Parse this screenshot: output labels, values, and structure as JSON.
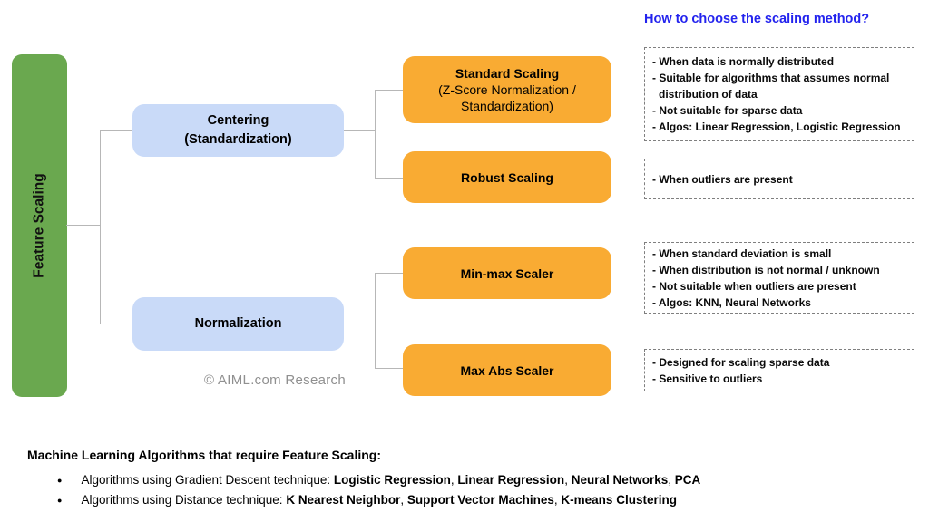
{
  "title": {
    "text": "How to choose the scaling method?"
  },
  "watermark": "© AIML.com Research",
  "colors": {
    "root_green": "#6AA84F",
    "branch_blue": "#C9DAF8",
    "leaf_orange": "#F9AB33",
    "connector_gray": "#B7B7B7",
    "note_border_gray": "#7F7F7F",
    "title_blue": "#2323EE",
    "watermark_gray": "#909090"
  },
  "tree": {
    "root": "Feature Scaling",
    "branches": [
      {
        "line1": "Centering",
        "line2": "(Standardization)"
      },
      {
        "line1": "Normalization"
      }
    ],
    "leaves": [
      {
        "title": "Standard Scaling",
        "subtitle_line1": "(Z-Score Normalization /",
        "subtitle_line2": "Standardization)"
      },
      {
        "title": "Robust Scaling"
      },
      {
        "title": "Min-max Scaler"
      },
      {
        "title": "Max Abs Scaler"
      }
    ]
  },
  "notes": [
    {
      "lines": [
        "- When data is normally distributed",
        "- Suitable for algorithms that assumes normal distribution of data",
        "- Not suitable for sparse data",
        "- Algos: Linear Regression, Logistic Regression"
      ]
    },
    {
      "lines": [
        "- When outliers are present"
      ]
    },
    {
      "lines": [
        "- When standard deviation is small",
        "- When distribution is not normal / unknown",
        "- Not suitable when outliers are present",
        "- Algos: KNN, Neural Networks"
      ]
    },
    {
      "lines": [
        "- Designed for scaling sparse data",
        "- Sensitive to outliers"
      ]
    }
  ],
  "bottom": {
    "heading": "Machine Learning Algorithms that require Feature Scaling:",
    "bullet_glyph": "●",
    "bullets": [
      {
        "segments": [
          {
            "t": "Algorithms using Gradient Descent technique: ",
            "b": false
          },
          {
            "t": "Logistic Regression",
            "b": true
          },
          {
            "t": ", ",
            "b": false
          },
          {
            "t": "Linear Regression",
            "b": true
          },
          {
            "t": ", ",
            "b": false
          },
          {
            "t": "Neural Networks",
            "b": true
          },
          {
            "t": ", ",
            "b": false
          },
          {
            "t": "PCA",
            "b": true
          }
        ]
      },
      {
        "segments": [
          {
            "t": "Algorithms using Distance technique: ",
            "b": false
          },
          {
            "t": "K Nearest Neighbor",
            "b": true
          },
          {
            "t": ", ",
            "b": false
          },
          {
            "t": "Support Vector Machines",
            "b": true
          },
          {
            "t": ", ",
            "b": false
          },
          {
            "t": "K-means Clustering",
            "b": true
          }
        ]
      }
    ]
  }
}
